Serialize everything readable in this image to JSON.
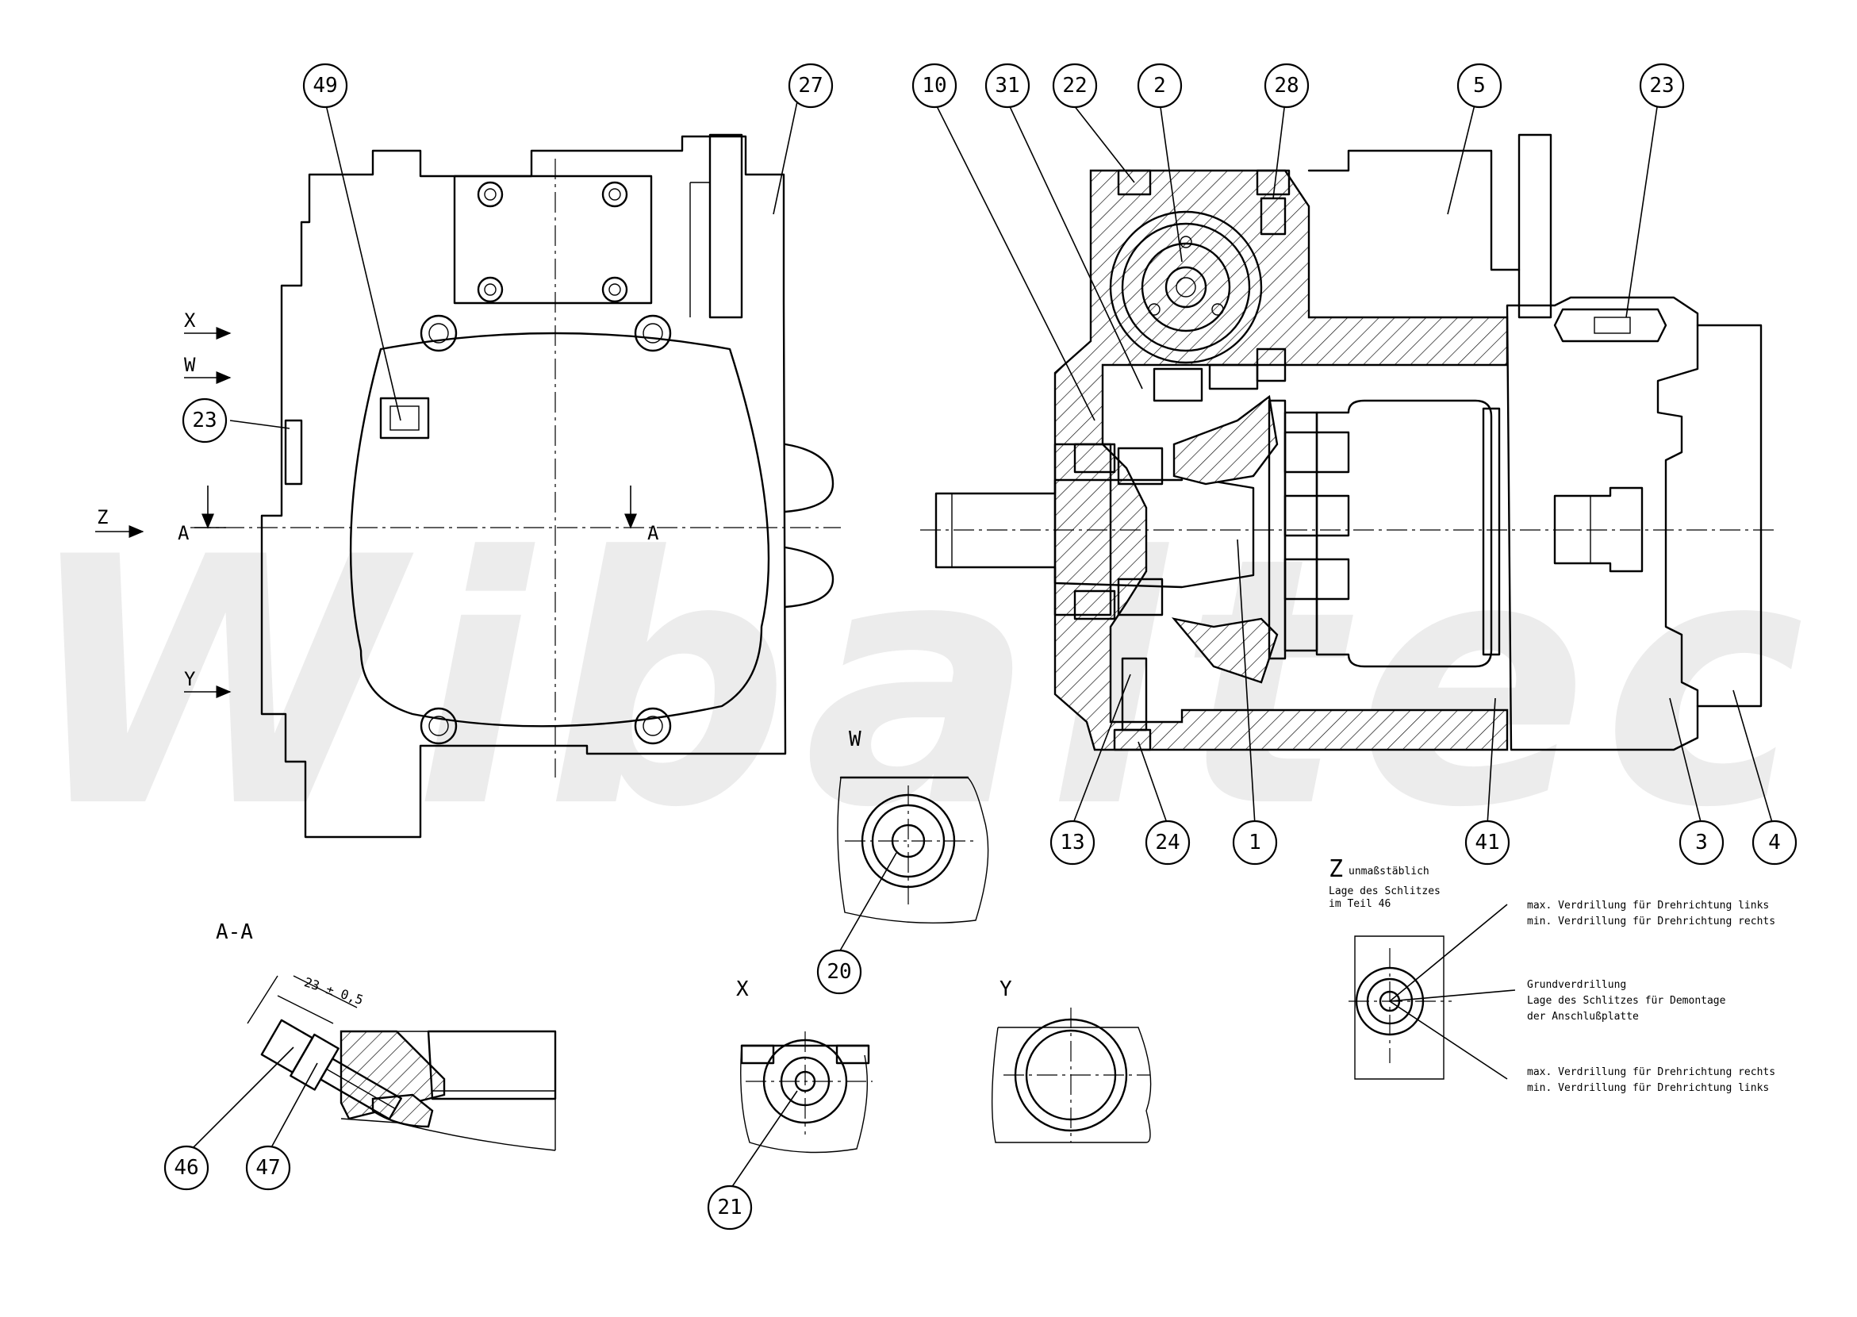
{
  "watermark": "Wibaltec",
  "part_callouts": [
    {
      "id": "c49",
      "label": "49"
    },
    {
      "id": "c27",
      "label": "27"
    },
    {
      "id": "c10",
      "label": "10"
    },
    {
      "id": "c31",
      "label": "31"
    },
    {
      "id": "c22",
      "label": "22"
    },
    {
      "id": "c2",
      "label": "2"
    },
    {
      "id": "c28",
      "label": "28"
    },
    {
      "id": "c5",
      "label": "5"
    },
    {
      "id": "c23a",
      "label": "23"
    },
    {
      "id": "c23b",
      "label": "23"
    },
    {
      "id": "c13",
      "label": "13"
    },
    {
      "id": "c24",
      "label": "24"
    },
    {
      "id": "c1",
      "label": "1"
    },
    {
      "id": "c41",
      "label": "41"
    },
    {
      "id": "c3",
      "label": "3"
    },
    {
      "id": "c4",
      "label": "4"
    },
    {
      "id": "c20",
      "label": "20"
    },
    {
      "id": "c21",
      "label": "21"
    },
    {
      "id": "c46",
      "label": "46"
    },
    {
      "id": "c47",
      "label": "47"
    }
  ],
  "view_markers": {
    "x": "X",
    "w": "W",
    "z": "Z",
    "a_left": "A",
    "a_right": "A",
    "y": "Y"
  },
  "detail_titles": {
    "w": "W",
    "x": "X",
    "y": "Y",
    "aa": "A-A"
  },
  "section_dimension": "23 ± 0,5",
  "detail_z": {
    "title": "Z",
    "scale_note": "unmaßstäblich",
    "slot_position_1": "Lage des Schlitzes",
    "slot_position_2": "im Teil 46",
    "note_max_left": "max. Verdrillung für Drehrichtung links",
    "note_min_right": "min. Verdrillung für Drehrichtung rechts",
    "note_base": "Grundverdrillung",
    "note_slot_disassembly": "Lage des Schlitzes für Demontage",
    "note_port_plate": "der Anschlußplatte",
    "note_max_right": "max. Verdrillung für Drehrichtung rechts",
    "note_min_left": "min. Verdrillung für Drehrichtung links"
  }
}
